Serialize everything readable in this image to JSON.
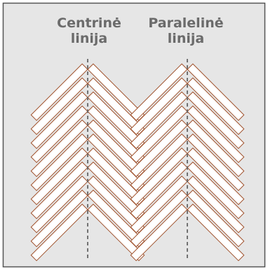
{
  "labels": {
    "center_line": [
      "Centrinė",
      "linija"
    ],
    "parallel_line": [
      "Paralelinė",
      "linija"
    ]
  },
  "colors": {
    "background": "#e6e6e6",
    "frame": "#555555",
    "label_text": "#6b6b6b",
    "plank_fill": "#ffffff",
    "plank_stroke": "#a0522d",
    "guide_line": "#666666"
  },
  "pattern": {
    "name": "herringbone",
    "rows_per_chevron": 11,
    "chevron_count": 2
  }
}
